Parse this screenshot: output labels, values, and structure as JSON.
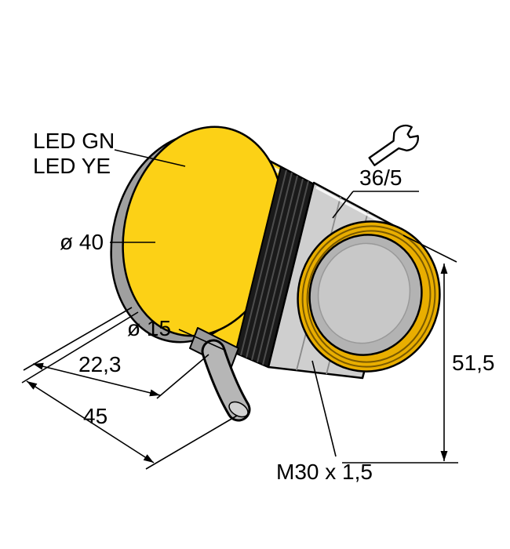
{
  "drawing": {
    "annotations": {
      "led_line1": "LED GN",
      "led_line2": "LED YE",
      "rear_diameter": "ø 40",
      "cable_diameter": "ø 15",
      "cable_offset": "22,3",
      "body_length": "45",
      "wrench_size": "36/5",
      "overall_length": "51,5",
      "thread_spec": "M30 x 1,5"
    },
    "colors": {
      "sensor_yellow": "#FCD116",
      "rim_gray": "#9F9F9F",
      "thread_dark": "#1A1A1A",
      "nut_gray": "#CFCFCF",
      "barrel_yellow": "#E9AE00",
      "lens_gray": "#B3B3B3",
      "lens_inner_gray": "#C8C8C8",
      "cable_gray": "#B6B6B6",
      "stub_gray": "#9A9A9A",
      "line_black": "#000000",
      "background": "#FFFFFF"
    },
    "icons": {
      "wrench": "wrench-icon"
    }
  }
}
